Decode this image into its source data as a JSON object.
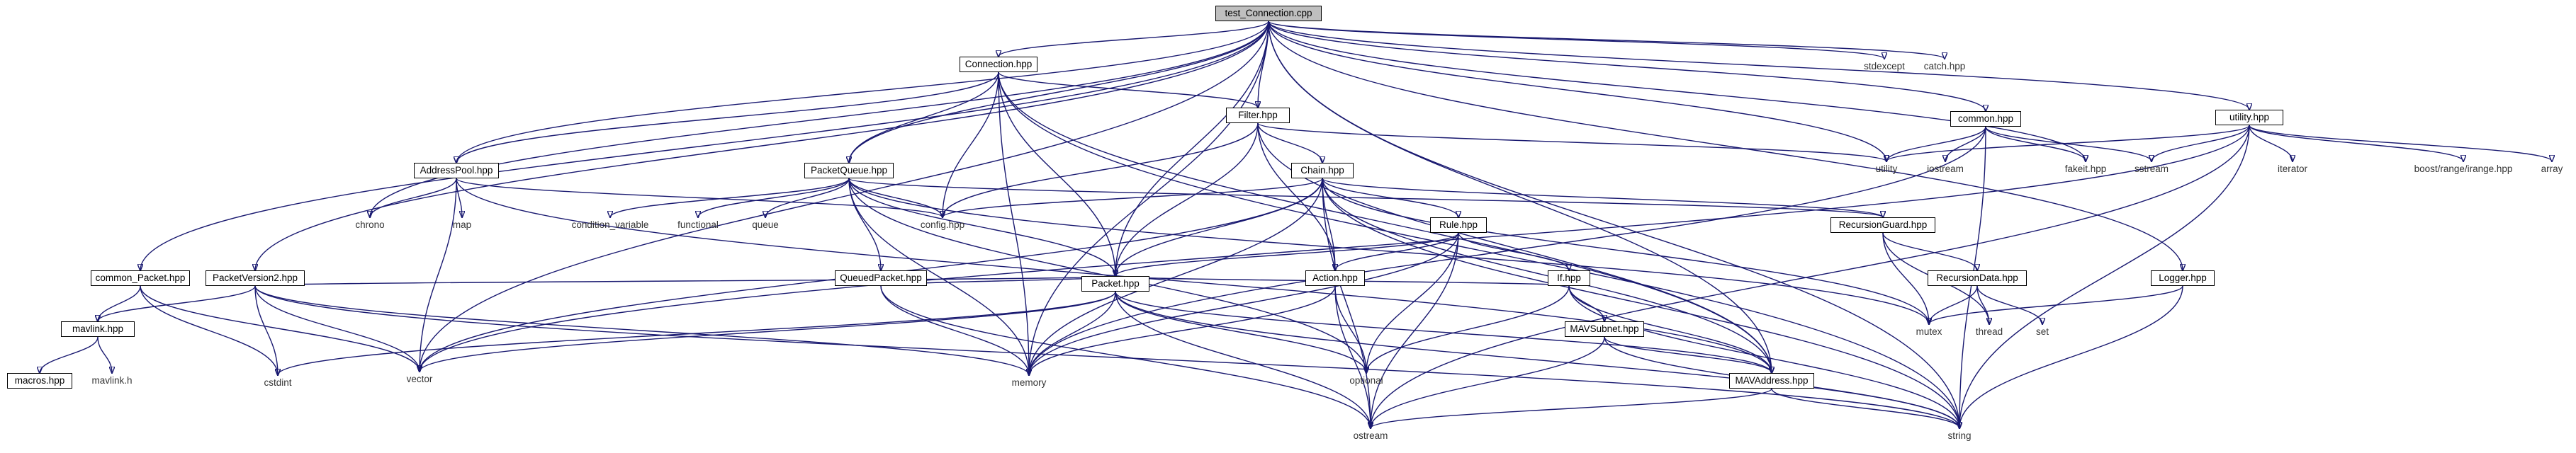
{
  "diagram": {
    "title": "test_Connection.cpp",
    "node_style": {
      "root_fill": "#bfbfbf",
      "edge_color": "#191970"
    },
    "nodes": {
      "test_connection_cpp": "test_Connection.cpp",
      "stdexcept": "stdexcept",
      "catch_hpp": "catch.hpp",
      "connection_hpp": "Connection.hpp",
      "filter_hpp": "Filter.hpp",
      "common_hpp": "common.hpp",
      "utility_hpp": "utility.hpp",
      "addresspool_hpp": "AddressPool.hpp",
      "packetqueue_hpp": "PacketQueue.hpp",
      "chain_hpp": "Chain.hpp",
      "utility": "utility",
      "iostream": "iostream",
      "fakeit_hpp": "fakeit.hpp",
      "sstream": "sstream",
      "iterator": "iterator",
      "boost_range_irange_hpp": "boost/range/irange.hpp",
      "array": "array",
      "chrono": "chrono",
      "map": "map",
      "condition_variable": "condition_variable",
      "functional": "functional",
      "queue": "queue",
      "config_hpp": "config.hpp",
      "rule_hpp": "Rule.hpp",
      "recursionguard_hpp": "RecursionGuard.hpp",
      "recursiondata_hpp": "RecursionData.hpp",
      "common_packet_hpp": "common_Packet.hpp",
      "packetversion2_hpp": "PacketVersion2.hpp",
      "queuedpacket_hpp": "QueuedPacket.hpp",
      "action_hpp": "Action.hpp",
      "if_hpp": "If.hpp",
      "logger_hpp": "Logger.hpp",
      "mutex": "mutex",
      "thread": "thread",
      "set": "set",
      "mavlink_hpp": "mavlink.hpp",
      "packet_hpp": "Packet.hpp",
      "mavsubnet_hpp": "MAVSubnet.hpp",
      "mavaddress_hpp": "MAVAddress.hpp",
      "macros_hpp": "macros.hpp",
      "mavlink_h": "mavlink.h",
      "cstdint": "cstdint",
      "vector": "vector",
      "memory": "memory",
      "optional": "optional",
      "ostream": "ostream",
      "string": "string"
    },
    "edges": [
      [
        "test_connection_cpp",
        "stdexcept"
      ],
      [
        "test_connection_cpp",
        "catch_hpp"
      ],
      [
        "test_connection_cpp",
        "connection_hpp"
      ],
      [
        "test_connection_cpp",
        "filter_hpp"
      ],
      [
        "test_connection_cpp",
        "common_hpp"
      ],
      [
        "test_connection_cpp",
        "utility_hpp"
      ],
      [
        "test_connection_cpp",
        "addresspool_hpp"
      ],
      [
        "test_connection_cpp",
        "packetqueue_hpp"
      ],
      [
        "test_connection_cpp",
        "utility"
      ],
      [
        "test_connection_cpp",
        "fakeit_hpp"
      ],
      [
        "test_connection_cpp",
        "chrono"
      ],
      [
        "test_connection_cpp",
        "common_packet_hpp"
      ],
      [
        "test_connection_cpp",
        "packetversion2_hpp"
      ],
      [
        "test_connection_cpp",
        "logger_hpp"
      ],
      [
        "test_connection_cpp",
        "packet_hpp"
      ],
      [
        "test_connection_cpp",
        "mavaddress_hpp"
      ],
      [
        "test_connection_cpp",
        "vector"
      ],
      [
        "test_connection_cpp",
        "memory"
      ],
      [
        "test_connection_cpp",
        "string"
      ],
      [
        "connection_hpp",
        "addresspool_hpp"
      ],
      [
        "connection_hpp",
        "packetqueue_hpp"
      ],
      [
        "connection_hpp",
        "filter_hpp"
      ],
      [
        "connection_hpp",
        "config_hpp"
      ],
      [
        "connection_hpp",
        "packet_hpp"
      ],
      [
        "connection_hpp",
        "mavaddress_hpp"
      ],
      [
        "connection_hpp",
        "string"
      ],
      [
        "connection_hpp",
        "memory"
      ],
      [
        "filter_hpp",
        "chain_hpp"
      ],
      [
        "filter_hpp",
        "action_hpp"
      ],
      [
        "filter_hpp",
        "packet_hpp"
      ],
      [
        "filter_hpp",
        "mavaddress_hpp"
      ],
      [
        "filter_hpp",
        "config_hpp"
      ],
      [
        "filter_hpp",
        "utility"
      ],
      [
        "common_hpp",
        "utility"
      ],
      [
        "common_hpp",
        "iostream"
      ],
      [
        "common_hpp",
        "fakeit_hpp"
      ],
      [
        "common_hpp",
        "sstream"
      ],
      [
        "common_hpp",
        "string"
      ],
      [
        "common_hpp",
        "memory"
      ],
      [
        "utility_hpp",
        "utility"
      ],
      [
        "utility_hpp",
        "sstream"
      ],
      [
        "utility_hpp",
        "iterator"
      ],
      [
        "utility_hpp",
        "boost_range_irange_hpp"
      ],
      [
        "utility_hpp",
        "array"
      ],
      [
        "utility_hpp",
        "string"
      ],
      [
        "utility_hpp",
        "vector"
      ],
      [
        "utility_hpp",
        "ostream"
      ],
      [
        "addresspool_hpp",
        "chrono"
      ],
      [
        "addresspool_hpp",
        "map"
      ],
      [
        "addresspool_hpp",
        "vector"
      ],
      [
        "addresspool_hpp",
        "config_hpp"
      ],
      [
        "addresspool_hpp",
        "mavaddress_hpp"
      ],
      [
        "packetqueue_hpp",
        "condition_variable"
      ],
      [
        "packetqueue_hpp",
        "functional"
      ],
      [
        "packetqueue_hpp",
        "queue"
      ],
      [
        "packetqueue_hpp",
        "config_hpp"
      ],
      [
        "packetqueue_hpp",
        "queuedpacket_hpp"
      ],
      [
        "packetqueue_hpp",
        "packet_hpp"
      ],
      [
        "packetqueue_hpp",
        "memory"
      ],
      [
        "packetqueue_hpp",
        "optional"
      ],
      [
        "packetqueue_hpp",
        "recursionguard_hpp"
      ],
      [
        "packetqueue_hpp",
        "mutex"
      ],
      [
        "chain_hpp",
        "rule_hpp"
      ],
      [
        "chain_hpp",
        "action_hpp"
      ],
      [
        "chain_hpp",
        "packet_hpp"
      ],
      [
        "chain_hpp",
        "config_hpp"
      ],
      [
        "chain_hpp",
        "recursionguard_hpp"
      ],
      [
        "chain_hpp",
        "ostream"
      ],
      [
        "chain_hpp",
        "memory"
      ],
      [
        "chain_hpp",
        "vector"
      ],
      [
        "chain_hpp",
        "string"
      ],
      [
        "chain_hpp",
        "mavaddress_hpp"
      ],
      [
        "chain_hpp",
        "mutex"
      ],
      [
        "rule_hpp",
        "action_hpp"
      ],
      [
        "rule_hpp",
        "if_hpp"
      ],
      [
        "rule_hpp",
        "packet_hpp"
      ],
      [
        "rule_hpp",
        "optional"
      ],
      [
        "rule_hpp",
        "ostream"
      ],
      [
        "rule_hpp",
        "memory"
      ],
      [
        "action_hpp",
        "optional"
      ],
      [
        "action_hpp",
        "ostream"
      ],
      [
        "action_hpp",
        "memory"
      ],
      [
        "if_hpp",
        "mavsubnet_hpp"
      ],
      [
        "if_hpp",
        "mavaddress_hpp"
      ],
      [
        "if_hpp",
        "packet_hpp"
      ],
      [
        "if_hpp",
        "optional"
      ],
      [
        "if_hpp",
        "string"
      ],
      [
        "recursionguard_hpp",
        "recursiondata_hpp"
      ],
      [
        "recursionguard_hpp",
        "mutex"
      ],
      [
        "recursionguard_hpp",
        "thread"
      ],
      [
        "recursiondata_hpp",
        "mutex"
      ],
      [
        "recursiondata_hpp",
        "thread"
      ],
      [
        "recursiondata_hpp",
        "set"
      ],
      [
        "logger_hpp",
        "mutex"
      ],
      [
        "logger_hpp",
        "string"
      ],
      [
        "common_packet_hpp",
        "mavlink_hpp"
      ],
      [
        "common_packet_hpp",
        "cstdint"
      ],
      [
        "common_packet_hpp",
        "vector"
      ],
      [
        "packetversion2_hpp",
        "mavlink_hpp"
      ],
      [
        "packetversion2_hpp",
        "cstdint"
      ],
      [
        "packetversion2_hpp",
        "packet_hpp"
      ],
      [
        "packetversion2_hpp",
        "vector"
      ],
      [
        "packetversion2_hpp",
        "memory"
      ],
      [
        "packetversion2_hpp",
        "string"
      ],
      [
        "mavlink_hpp",
        "macros_hpp"
      ],
      [
        "mavlink_hpp",
        "mavlink_h"
      ],
      [
        "queuedpacket_hpp",
        "packet_hpp"
      ],
      [
        "queuedpacket_hpp",
        "memory"
      ],
      [
        "queuedpacket_hpp",
        "ostream"
      ],
      [
        "packet_hpp",
        "cstdint"
      ],
      [
        "packet_hpp",
        "vector"
      ],
      [
        "packet_hpp",
        "memory"
      ],
      [
        "packet_hpp",
        "optional"
      ],
      [
        "packet_hpp",
        "ostream"
      ],
      [
        "packet_hpp",
        "string"
      ],
      [
        "packet_hpp",
        "mavaddress_hpp"
      ],
      [
        "mavsubnet_hpp",
        "mavaddress_hpp"
      ],
      [
        "mavsubnet_hpp",
        "ostream"
      ],
      [
        "mavsubnet_hpp",
        "string"
      ],
      [
        "mavaddress_hpp",
        "ostream"
      ],
      [
        "mavaddress_hpp",
        "string"
      ]
    ]
  }
}
